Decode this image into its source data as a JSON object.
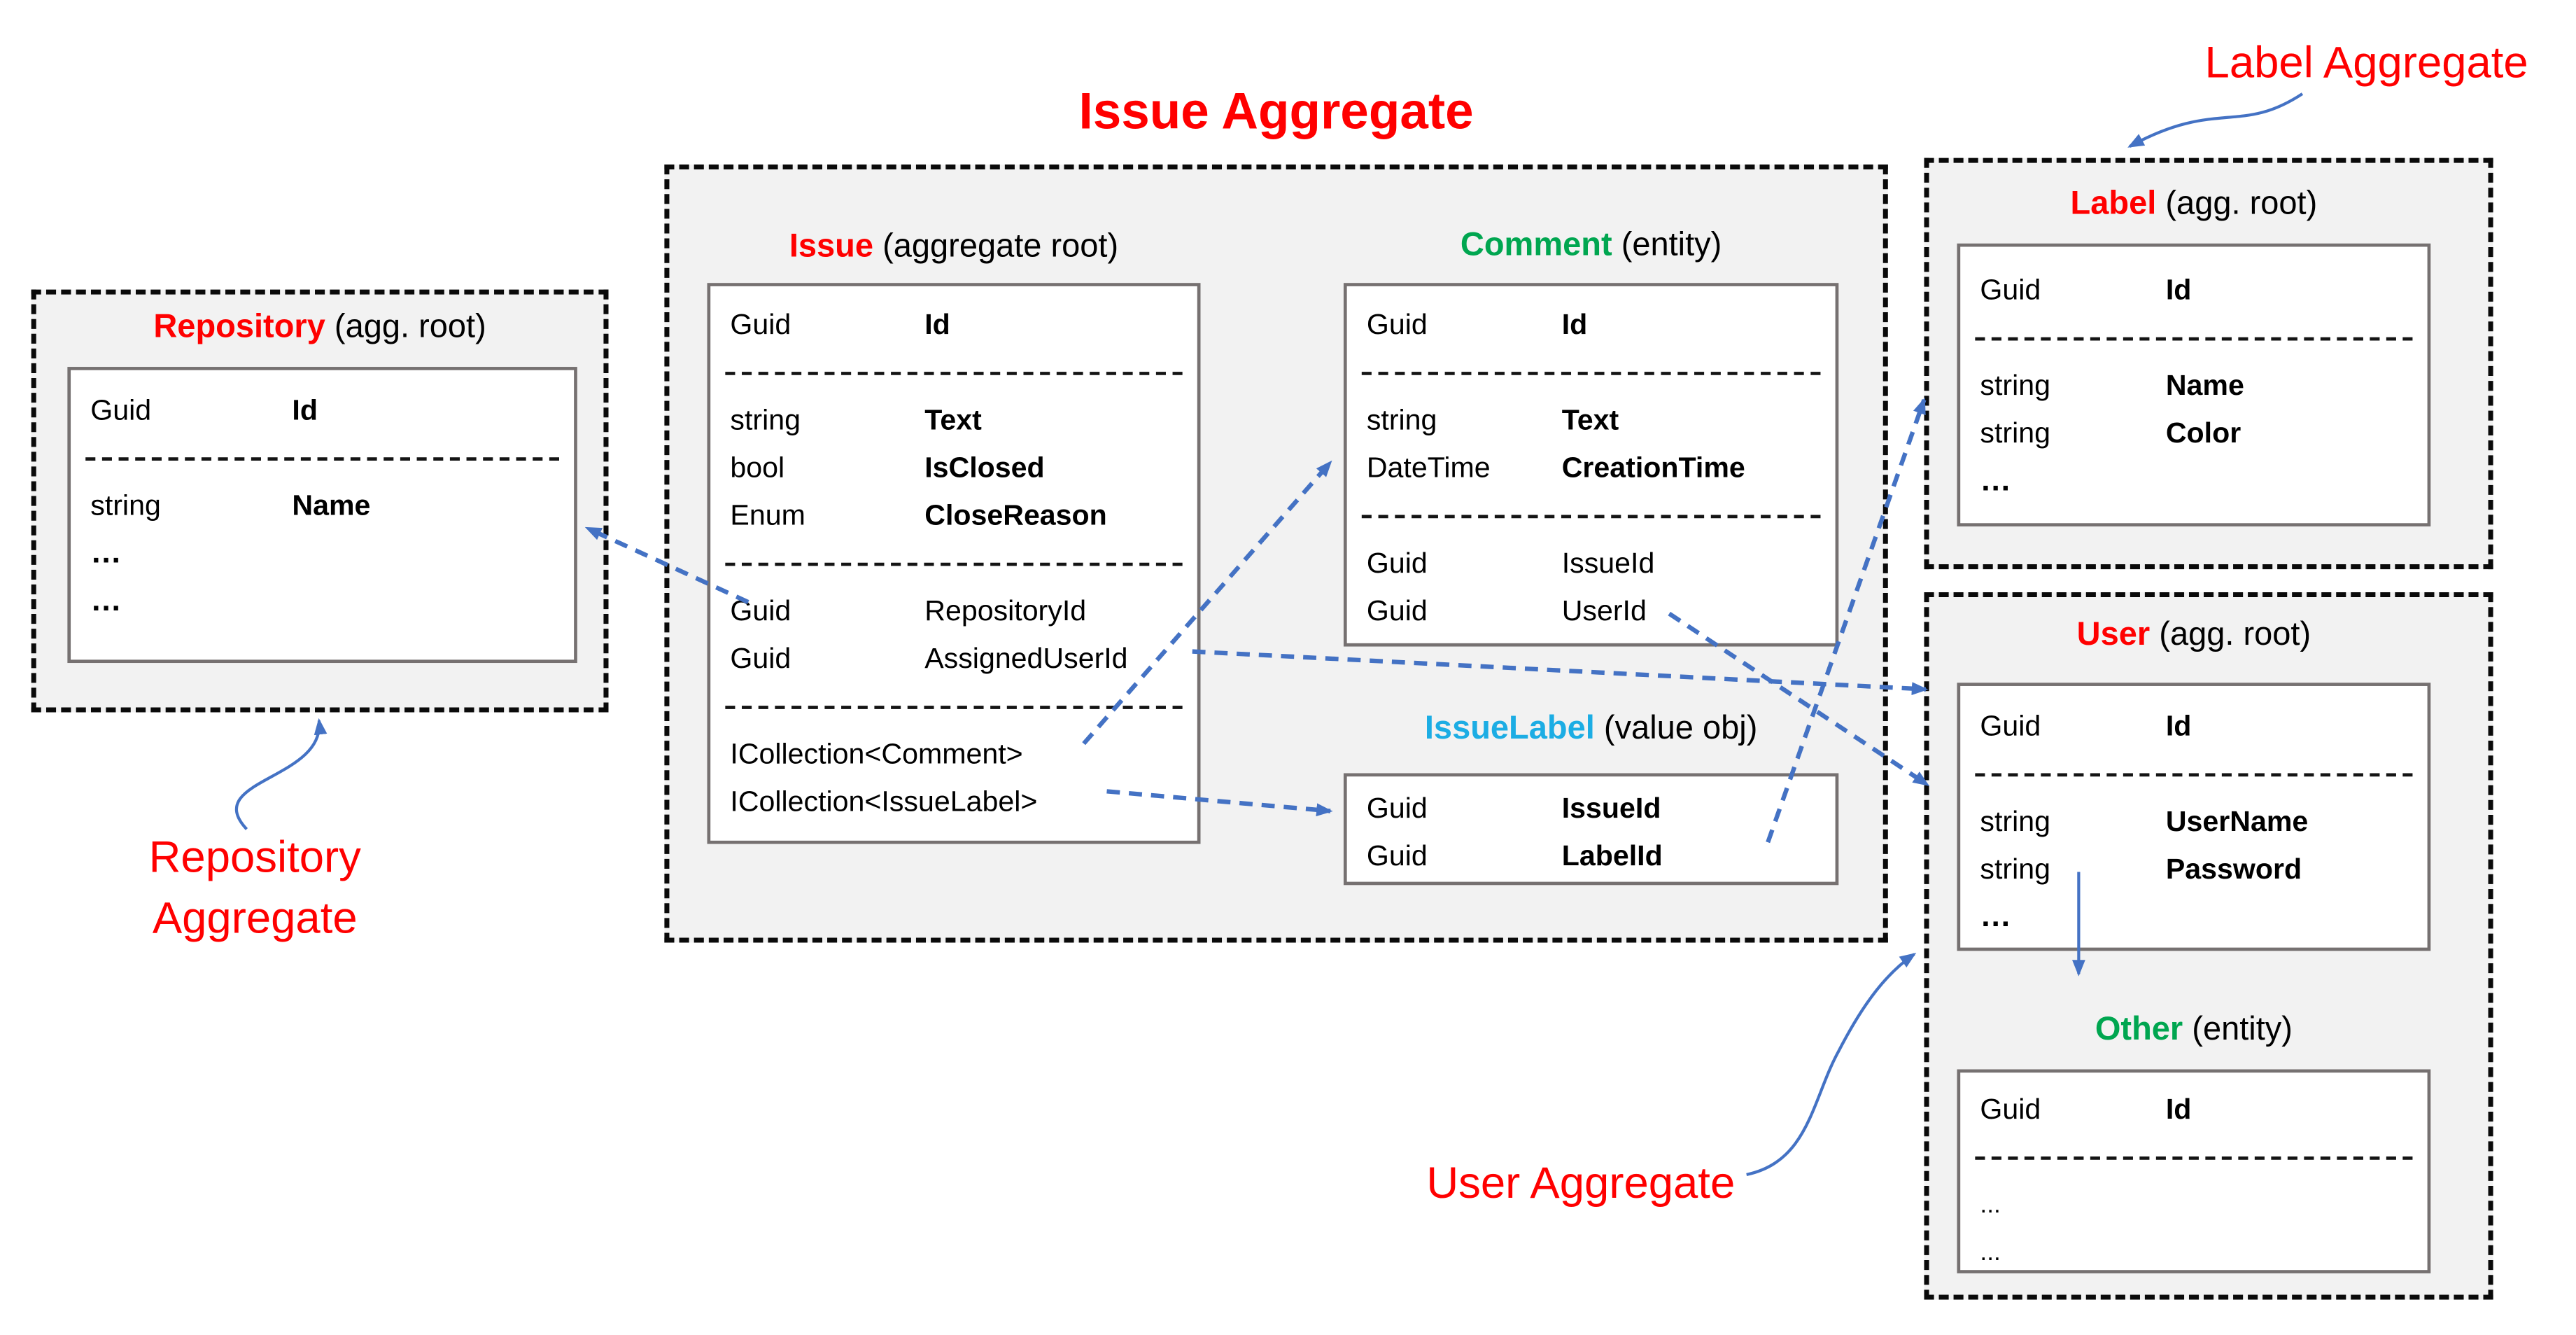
{
  "title": "Issue Aggregate",
  "colors": {
    "red": "#FF0000",
    "green": "#00A650",
    "blue": "#1CADE4",
    "arrow": "#4472C4",
    "ink": "#000000",
    "boxfill": "#F2F2F2",
    "tableborder": "#767171"
  },
  "annotations": {
    "repository_line1": "Repository",
    "repository_line2": "Aggregate",
    "label": "Label Aggregate",
    "user": "User Aggregate"
  },
  "entities": {
    "repository": {
      "name": "Repository",
      "qualifier": "(agg. root)",
      "rows": [
        {
          "t": "Guid",
          "f": "Id"
        },
        {
          "t": "string",
          "f": "Name"
        },
        {
          "t": "…"
        },
        {
          "t": "…"
        }
      ]
    },
    "issue": {
      "name": "Issue",
      "qualifier": "(aggregate root)",
      "rows": [
        {
          "t": "Guid",
          "f": "Id"
        },
        {
          "t": "string",
          "f": "Text"
        },
        {
          "t": "bool",
          "f": "IsClosed"
        },
        {
          "t": "Enum",
          "f": "CloseReason"
        },
        {
          "t": "Guid",
          "f": "RepositoryId"
        },
        {
          "t": "Guid",
          "f": "AssignedUserId"
        },
        {
          "t": "ICollection<Comment>"
        },
        {
          "t": "ICollection<IssueLabel>"
        }
      ]
    },
    "comment": {
      "name": "Comment",
      "qualifier": "(entity)",
      "rows": [
        {
          "t": "Guid",
          "f": "Id"
        },
        {
          "t": "string",
          "f": "Text"
        },
        {
          "t": "DateTime",
          "f": "CreationTime"
        },
        {
          "t": "Guid",
          "f": "IssueId"
        },
        {
          "t": "Guid",
          "f": "UserId"
        }
      ]
    },
    "issuelabel": {
      "name": "IssueLabel",
      "qualifier": "(value obj)",
      "rows": [
        {
          "t": "Guid",
          "f": "IssueId"
        },
        {
          "t": "Guid",
          "f": "LabelId"
        }
      ]
    },
    "label": {
      "name": "Label",
      "qualifier": "(agg. root)",
      "rows": [
        {
          "t": "Guid",
          "f": "Id"
        },
        {
          "t": "string",
          "f": "Name"
        },
        {
          "t": "string",
          "f": "Color"
        },
        {
          "t": "…"
        }
      ]
    },
    "user": {
      "name": "User",
      "qualifier": "(agg. root)",
      "rows": [
        {
          "t": "Guid",
          "f": "Id"
        },
        {
          "t": "string",
          "f": "UserName"
        },
        {
          "t": "string",
          "f": "Password"
        },
        {
          "t": "…"
        }
      ]
    },
    "other": {
      "name": "Other",
      "qualifier": "(entity)",
      "rows": [
        {
          "t": "Guid",
          "f": "Id"
        },
        {
          "t": "..."
        },
        {
          "t": "..."
        }
      ]
    }
  },
  "connections": [
    {
      "from": "Issue.RepositoryId",
      "to": "Repository",
      "style": "dashed"
    },
    {
      "from": "Issue.AssignedUserId",
      "to": "User.Id",
      "style": "dashed"
    },
    {
      "from": "Issue.ICollection<Comment>",
      "to": "Comment",
      "style": "dashed"
    },
    {
      "from": "Issue.ICollection<IssueLabel>",
      "to": "IssueLabel",
      "style": "dashed"
    },
    {
      "from": "Comment.UserId",
      "to": "User.UserName",
      "style": "dashed"
    },
    {
      "from": "IssueLabel.LabelId",
      "to": "Label.Name",
      "style": "dashed"
    },
    {
      "from": "User",
      "to": "Other",
      "style": "solid"
    }
  ]
}
